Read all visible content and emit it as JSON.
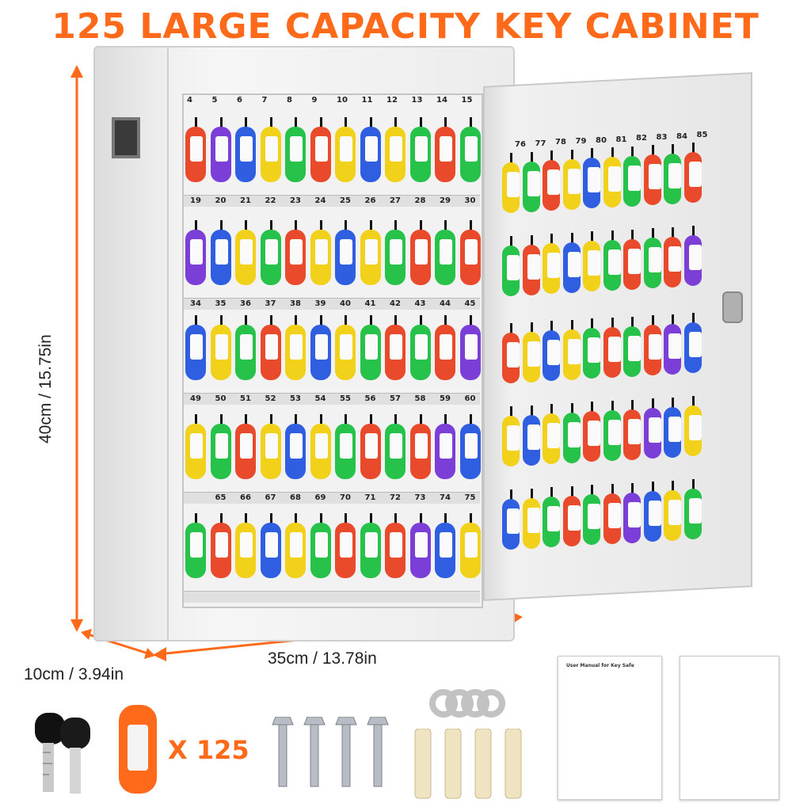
{
  "heading": "125 LARGE CAPACITY KEY CABINET",
  "dimensions": {
    "height": "40cm / 15.75in",
    "width": "35cm / 13.78in",
    "depth": "10cm / 3.94in"
  },
  "top_numbers": [
    "4",
    "5",
    "6",
    "7",
    "8",
    "9",
    "10",
    "11",
    "12",
    "13",
    "14",
    "15"
  ],
  "row_numbers": [
    [
      "19",
      "20",
      "21",
      "22",
      "23",
      "24",
      "25",
      "26",
      "27",
      "28",
      "29",
      "30"
    ],
    [
      "34",
      "35",
      "36",
      "37",
      "38",
      "39",
      "40",
      "41",
      "42",
      "43",
      "44",
      "45"
    ],
    [
      "49",
      "50",
      "51",
      "52",
      "53",
      "54",
      "55",
      "56",
      "57",
      "58",
      "59",
      "60"
    ],
    [
      "",
      "65",
      "66",
      "67",
      "68",
      "69",
      "70",
      "71",
      "72",
      "73",
      "74",
      "75"
    ]
  ],
  "door_top_numbers": [
    "76",
    "77",
    "78",
    "79",
    "80",
    "81",
    "82",
    "83",
    "84",
    "85"
  ],
  "accessories": {
    "tag_quantity": "X 125",
    "manual_1_title": "User Manual for Key Safe"
  },
  "colors": {
    "accent": "#ff6a1a",
    "tag_colors": [
      "#e94a2c",
      "#7b3fd8",
      "#2f5fe0",
      "#f2d11a",
      "#27c24a",
      "#e94a2c",
      "#f2d11a",
      "#2f5fe0",
      "#f2d11a",
      "#27c24a",
      "#e94a2c",
      "#27c24a"
    ]
  }
}
